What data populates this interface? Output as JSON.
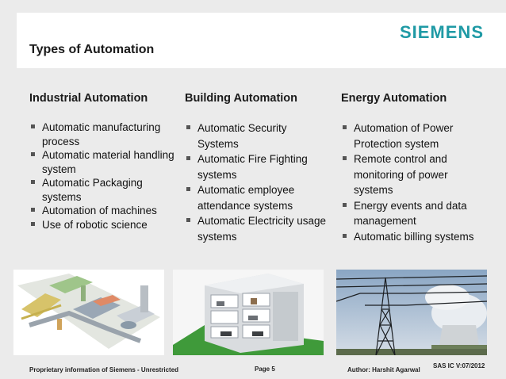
{
  "brand": {
    "logo_text": "SIEMENS",
    "color": "#1f9aa5"
  },
  "slide_title": "Types of Automation",
  "columns": [
    {
      "heading": "Industrial Automation",
      "items": [
        "Automatic manufacturing process",
        "Automatic material handling system",
        "Automatic Packaging systems",
        "Automation of machines",
        "Use of robotic science"
      ]
    },
    {
      "heading": "Building Automation",
      "items": [
        "Automatic Security Systems",
        "Automatic Fire Fighting systems",
        "Automatic employee attendance systems",
        "Automatic Electricity usage systems"
      ]
    },
    {
      "heading": "Energy Automation",
      "items": [
        "Automation of Power Protection system",
        "Remote control and monitoring of power systems",
        "Energy events and data management",
        "Automatic billing systems"
      ]
    }
  ],
  "footer": {
    "left": "Proprietary information of Siemens - Unrestricted",
    "page": "Page 5",
    "author": "Author: Harshit Agarwal",
    "sas": "SAS IC  V:07/2012"
  }
}
